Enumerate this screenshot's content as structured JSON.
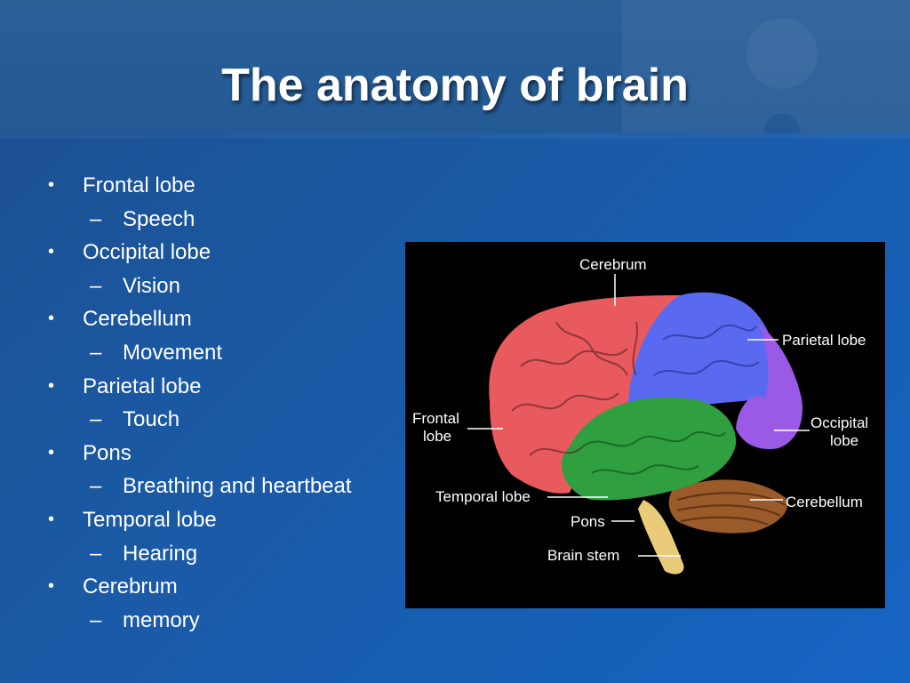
{
  "slide": {
    "title": "The anatomy of brain"
  },
  "bullets": [
    {
      "text": "Frontal lobe",
      "level": 1,
      "marker": "•"
    },
    {
      "text": "Speech",
      "level": 2,
      "marker": "–"
    },
    {
      "text": "Occipital lobe",
      "level": 1,
      "marker": "•"
    },
    {
      "text": "Vision",
      "level": 2,
      "marker": "–"
    },
    {
      "text": "Cerebellum",
      "level": 1,
      "marker": "•"
    },
    {
      "text": "Movement",
      "level": 2,
      "marker": "–"
    },
    {
      "text": "Parietal lobe",
      "level": 1,
      "marker": "•"
    },
    {
      "text": "Touch",
      "level": 2,
      "marker": "–"
    },
    {
      "text": "Pons",
      "level": 1,
      "marker": "•"
    },
    {
      "text": "Breathing and heartbeat",
      "level": 2,
      "marker": "–"
    },
    {
      "text": "Temporal lobe",
      "level": 1,
      "marker": "•"
    },
    {
      "text": "Hearing",
      "level": 2,
      "marker": "–"
    },
    {
      "text": "Cerebrum",
      "level": 1,
      "marker": "•"
    },
    {
      "text": "memory",
      "level": 2,
      "marker": "–"
    }
  ],
  "figure": {
    "labels": {
      "cerebrum": "Cerebrum",
      "parietal": "Parietal lobe",
      "frontal_1": "Frontal",
      "frontal_2": "lobe",
      "occipital_1": "Occipital",
      "occipital_2": "lobe",
      "temporal": "Temporal lobe",
      "cerebellum": "Cerebellum",
      "pons": "Pons",
      "brain_stem": "Brain stem"
    },
    "colors": {
      "frontal": "#e85a5e",
      "parietal": "#5a6af0",
      "occipital": "#9a5ae6",
      "temporal": "#2f9f3f",
      "cerebellum": "#9a5a2a",
      "stem": "#eacb7a"
    }
  }
}
